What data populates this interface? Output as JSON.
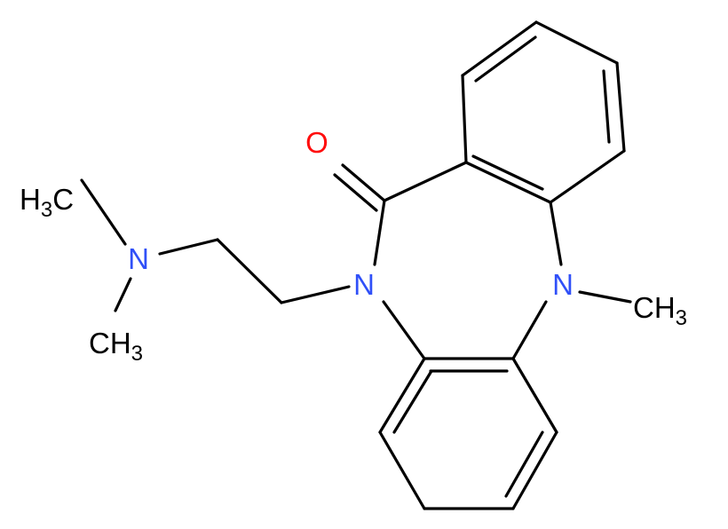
{
  "molecule": {
    "atoms": [
      {
        "id": "O",
        "label": "O",
        "color": "#ff0d0d"
      },
      {
        "id": "N1",
        "label": "N",
        "color": "#3050f8"
      },
      {
        "id": "N2",
        "label": "N",
        "color": "#3050f8"
      },
      {
        "id": "N3",
        "label": "N",
        "color": "#3050f8"
      },
      {
        "id": "Me1",
        "main": "H",
        "sub": "3",
        "tail": "C",
        "color": "#000000"
      },
      {
        "id": "Me2",
        "main": "CH",
        "sub": "3",
        "tail": "",
        "color": "#000000"
      },
      {
        "id": "Me3",
        "main": "CH",
        "sub": "3",
        "tail": "",
        "color": "#000000"
      }
    ],
    "bond_color": "#000000"
  }
}
